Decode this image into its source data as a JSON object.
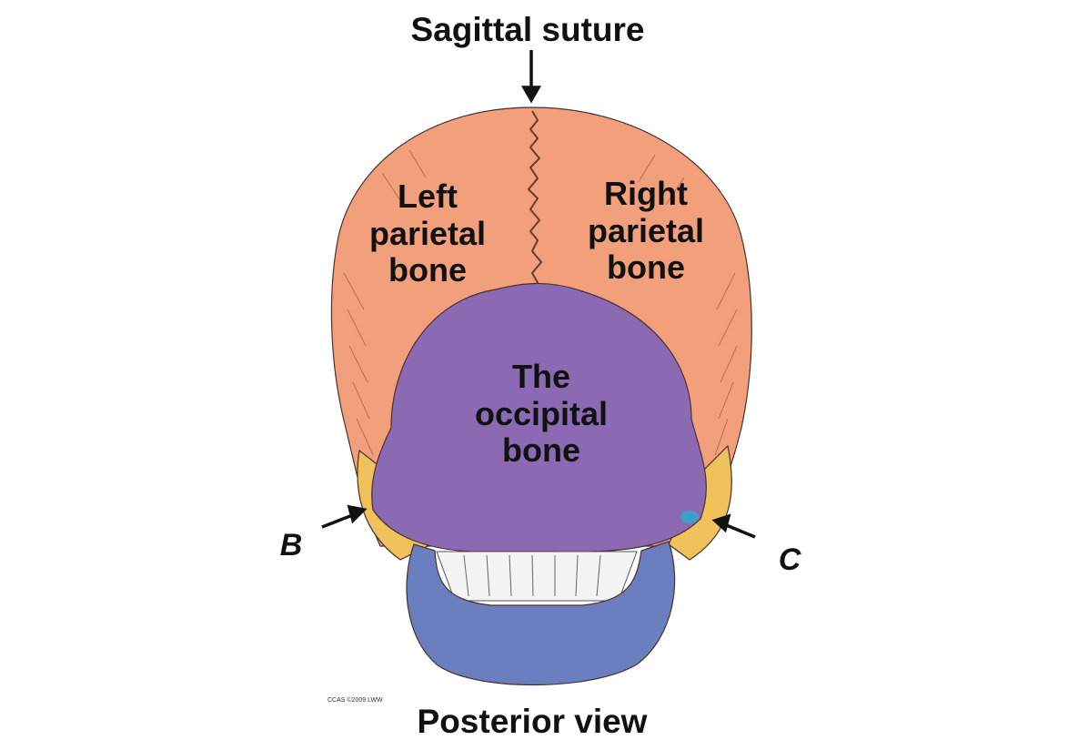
{
  "labels": {
    "title": "Sagittal suture",
    "left_parietal": [
      "Left",
      "parietal",
      "bone"
    ],
    "right_parietal": [
      "Right",
      "parietal",
      "bone"
    ],
    "occipital": [
      "The",
      "occipital",
      "bone"
    ],
    "marker_b": "B",
    "marker_c": "C",
    "view": "Posterior view",
    "credit": "CCAS ©2009 LWW"
  },
  "colors": {
    "parietal": "#f2a07c",
    "occipital": "#8b6ab3",
    "temporal": "#f0c25c",
    "mandible": "#6b7fc0",
    "teeth": "#f4f4f4",
    "mastoid_spot": "#3aa0c8",
    "arrow": "#111111"
  }
}
